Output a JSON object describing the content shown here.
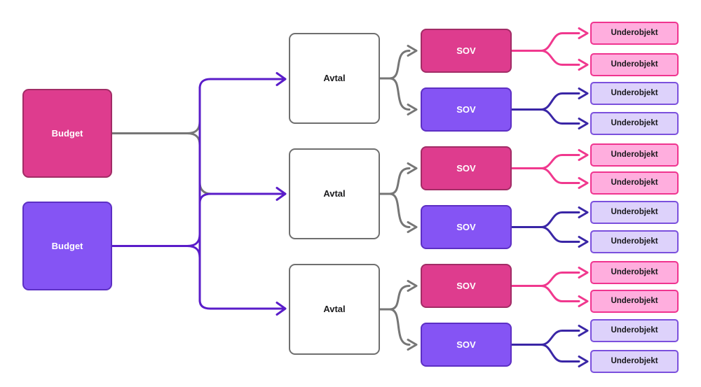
{
  "nodes": {
    "budget": [
      {
        "label": "Budget",
        "variant": "pink"
      },
      {
        "label": "Budget",
        "variant": "purple"
      }
    ],
    "avtal": [
      {
        "label": "Avtal"
      },
      {
        "label": "Avtal"
      },
      {
        "label": "Avtal"
      }
    ],
    "sov": [
      {
        "label": "SOV",
        "variant": "pink"
      },
      {
        "label": "SOV",
        "variant": "purple"
      },
      {
        "label": "SOV",
        "variant": "pink"
      },
      {
        "label": "SOV",
        "variant": "purple"
      },
      {
        "label": "SOV",
        "variant": "pink"
      },
      {
        "label": "SOV",
        "variant": "purple"
      }
    ],
    "underobjekt": [
      {
        "label": "Underobjekt",
        "variant": "pink"
      },
      {
        "label": "Underobjekt",
        "variant": "pink"
      },
      {
        "label": "Underobjekt",
        "variant": "purple"
      },
      {
        "label": "Underobjekt",
        "variant": "purple"
      },
      {
        "label": "Underobjekt",
        "variant": "pink"
      },
      {
        "label": "Underobjekt",
        "variant": "pink"
      },
      {
        "label": "Underobjekt",
        "variant": "purple"
      },
      {
        "label": "Underobjekt",
        "variant": "purple"
      },
      {
        "label": "Underobjekt",
        "variant": "pink"
      },
      {
        "label": "Underobjekt",
        "variant": "pink"
      },
      {
        "label": "Underobjekt",
        "variant": "purple"
      },
      {
        "label": "Underobjekt",
        "variant": "purple"
      }
    ]
  },
  "edges": [
    {
      "from": "budget-1",
      "to": "trunk",
      "color": "gray"
    },
    {
      "from": "budget-2",
      "to": "trunk",
      "color": "violet"
    },
    {
      "from": "trunk",
      "to": "avtal-1",
      "color": "violet"
    },
    {
      "from": "trunk",
      "to": "avtal-2",
      "color": "violet"
    },
    {
      "from": "trunk",
      "to": "avtal-3",
      "color": "violet"
    },
    {
      "from": "avtal-1",
      "to": "sov-1",
      "color": "gray"
    },
    {
      "from": "avtal-1",
      "to": "sov-2",
      "color": "gray"
    },
    {
      "from": "avtal-2",
      "to": "sov-3",
      "color": "gray"
    },
    {
      "from": "avtal-2",
      "to": "sov-4",
      "color": "gray"
    },
    {
      "from": "avtal-3",
      "to": "sov-5",
      "color": "gray"
    },
    {
      "from": "avtal-3",
      "to": "sov-6",
      "color": "gray"
    },
    {
      "from": "sov-1",
      "to": "underobjekt-1",
      "color": "pink"
    },
    {
      "from": "sov-1",
      "to": "underobjekt-2",
      "color": "pink"
    },
    {
      "from": "sov-2",
      "to": "underobjekt-3",
      "color": "indigo"
    },
    {
      "from": "sov-2",
      "to": "underobjekt-4",
      "color": "indigo"
    },
    {
      "from": "sov-3",
      "to": "underobjekt-5",
      "color": "pink"
    },
    {
      "from": "sov-3",
      "to": "underobjekt-6",
      "color": "pink"
    },
    {
      "from": "sov-4",
      "to": "underobjekt-7",
      "color": "indigo"
    },
    {
      "from": "sov-4",
      "to": "underobjekt-8",
      "color": "indigo"
    },
    {
      "from": "sov-5",
      "to": "underobjekt-9",
      "color": "pink"
    },
    {
      "from": "sov-5",
      "to": "underobjekt-10",
      "color": "pink"
    },
    {
      "from": "sov-6",
      "to": "underobjekt-11",
      "color": "indigo"
    },
    {
      "from": "sov-6",
      "to": "underobjekt-12",
      "color": "indigo"
    }
  ],
  "colors": {
    "pink_fill": "#de3c8e",
    "pink_border": "#a22c66",
    "purple_fill": "#8554f4",
    "purple_border": "#5d2fc4",
    "light_pink_fill": "#ffaede",
    "light_pink_border": "#f0348f",
    "light_purple_fill": "#ddd2fb",
    "light_purple_border": "#7b50dd",
    "avtal_fill": "#ffffff",
    "avtal_border": "#6f6f6f",
    "connector_gray": "#767676",
    "connector_violet": "#5a1cc9",
    "connector_pink": "#f0388e",
    "connector_indigo": "#3a26a6"
  }
}
